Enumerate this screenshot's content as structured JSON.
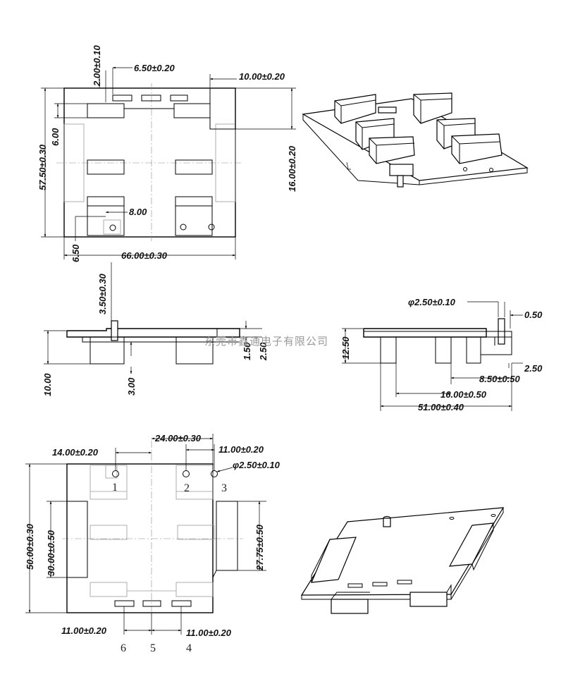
{
  "watermark": "东莞市鑫通电子有限公司",
  "top_view": {
    "dims": {
      "pin_width": "2.00±0.10",
      "pin_pitch": "6.50±0.20",
      "tab_width": "10.00±0.20",
      "height": "57.50±0.30",
      "tab_offset": "6.00",
      "tab_height": "16.00±0.20",
      "hole_offset": "8.00",
      "bottom_offset": "6.50",
      "width": "66.00±0.30"
    }
  },
  "side_view": {
    "dims": {
      "post_height": "3.50±0.30",
      "overall_height": "10.00",
      "leg_height": "3.00",
      "tab_thick": "1.50",
      "tab_rise": "2.50"
    }
  },
  "end_view": {
    "dims": {
      "post_dia": "φ2.50±0.10",
      "post_gap": "0.50",
      "height": "12.50",
      "step": "2.50",
      "leg_offset": "8.50±0.50",
      "leg_span": "16.00±0.50",
      "overall": "51.00±0.40"
    }
  },
  "bottom_view": {
    "dims": {
      "hole_span": "24.00±0.30",
      "hole1_offset": "14.00±0.20",
      "hole_pitch": "11.00±0.20",
      "hole_dia": "φ2.50±0.10",
      "height": "50.00±0.30",
      "left_tab": "30.00±0.50",
      "right_tab": "27.75±0.50",
      "pad_left": "11.00±0.20",
      "pad_right": "11.00±0.20"
    },
    "pins": [
      "1",
      "2",
      "3",
      "6",
      "5",
      "4"
    ]
  }
}
